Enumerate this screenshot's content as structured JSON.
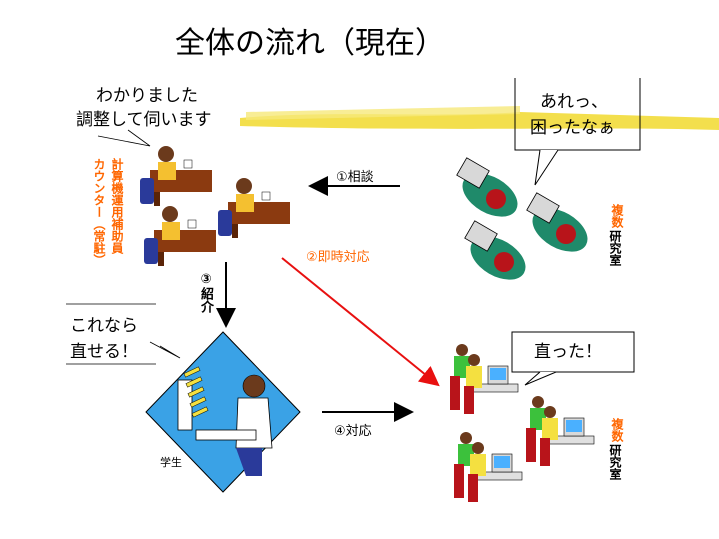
{
  "title": "全体の流れ（現在）",
  "bubbles": {
    "helpdesk_line1": "わかりました",
    "helpdesk_line2": "調整して伺います",
    "lab_top_line1": "あれっ、",
    "lab_top_line2": "困ったなぁ",
    "fixed": "直った！",
    "student_line1": "これなら",
    "student_line2": "直せる！"
  },
  "labels": {
    "counter_col1": "計算機運用補助員",
    "counter_col2": "カウンター（常駐）",
    "lab_top_col1": "複数",
    "lab_top_col2": "研究室",
    "lab_bottom_col1": "複数",
    "lab_bottom_col2": "研究室",
    "student": "学生"
  },
  "steps": {
    "consult": "①相談",
    "immediate": "②即時対応",
    "introduce_num": "③",
    "introduce": "紹介",
    "respond": "④対応"
  },
  "colors": {
    "highlight": "#f2dc3a",
    "red_arrow": "#e81010",
    "accent_orange": "#ff6600",
    "diamond_fill": "#3aa2e6",
    "desk_brown": "#8b3a10",
    "chair_blue": "#2a3a9a",
    "lab_green": "#1f8a6a"
  }
}
